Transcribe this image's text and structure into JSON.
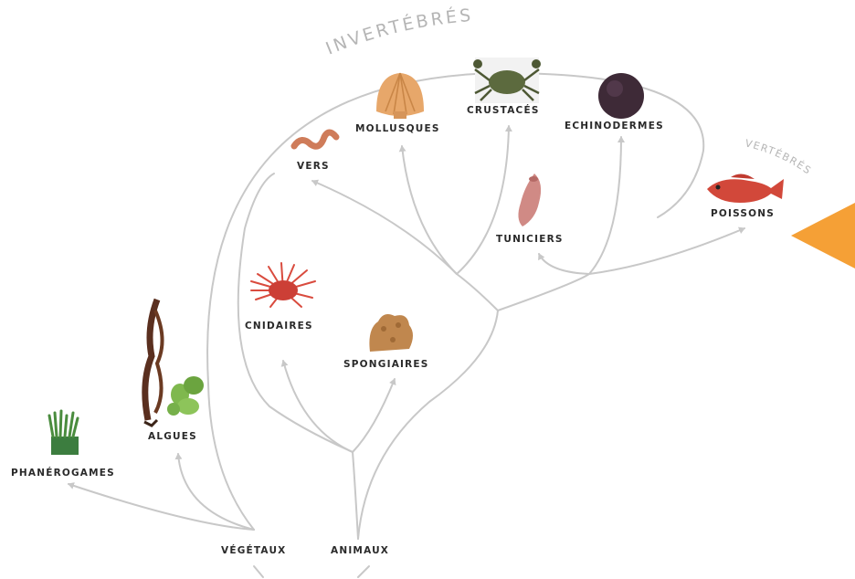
{
  "groups": {
    "invertebres": "INVERTÉBRÉS",
    "vertebres": "VERTÉBRÉS"
  },
  "roots": {
    "vegetaux": "VÉGÉTAUX",
    "animaux": "ANIMAUX"
  },
  "taxa": {
    "phanerogames": "PHANÉROGAMES",
    "algues": "ALGUES",
    "cnidaires": "CNIDAIRES",
    "spongiaires": "SPONGIAIRES",
    "vers": "VERS",
    "mollusques": "MOLLUSQUES",
    "crustaces": "CRUSTACÉS",
    "echinodermes": "ECHINODERMES",
    "tuniciers": "TUNICIERS",
    "poissons": "POISSONS"
  },
  "colors": {
    "branch": "#c8c8c8",
    "label": "#2a2a2a",
    "group_label": "#b5b5b5",
    "highlight_arrow": "#f5a036"
  }
}
